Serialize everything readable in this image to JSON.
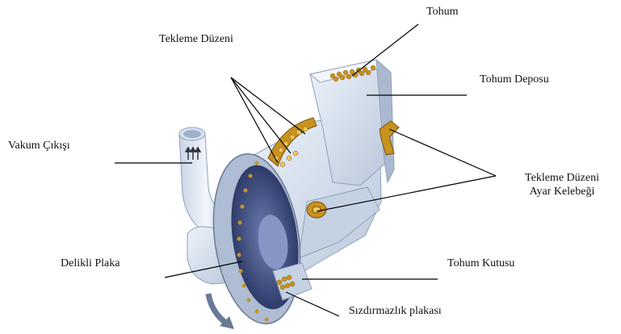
{
  "labels": {
    "tohum": "Tohum",
    "tekleme_duzeni": "Tekleme Düzeni",
    "tohum_deposu": "Tohum Deposu",
    "vakum_cikisi": "Vakum Çıkışı",
    "ayar_kelebegi_line1": "Tekleme Düzeni",
    "ayar_kelebegi_line2": "Ayar Kelebeği",
    "delikli_plaka": "Delikli Plaka",
    "tohum_kutusu": "Tohum Kutusu",
    "sizdirmazlik_plakasi": "Sızdırmazlık plakası"
  },
  "colors": {
    "machine_body": "#dde6f2",
    "machine_shade": "#b9c8dc",
    "disc_dark": "#4a5a8c",
    "seed": "#c8921e",
    "seed_highlight": "#f0c860",
    "leader_line": "#000000"
  }
}
